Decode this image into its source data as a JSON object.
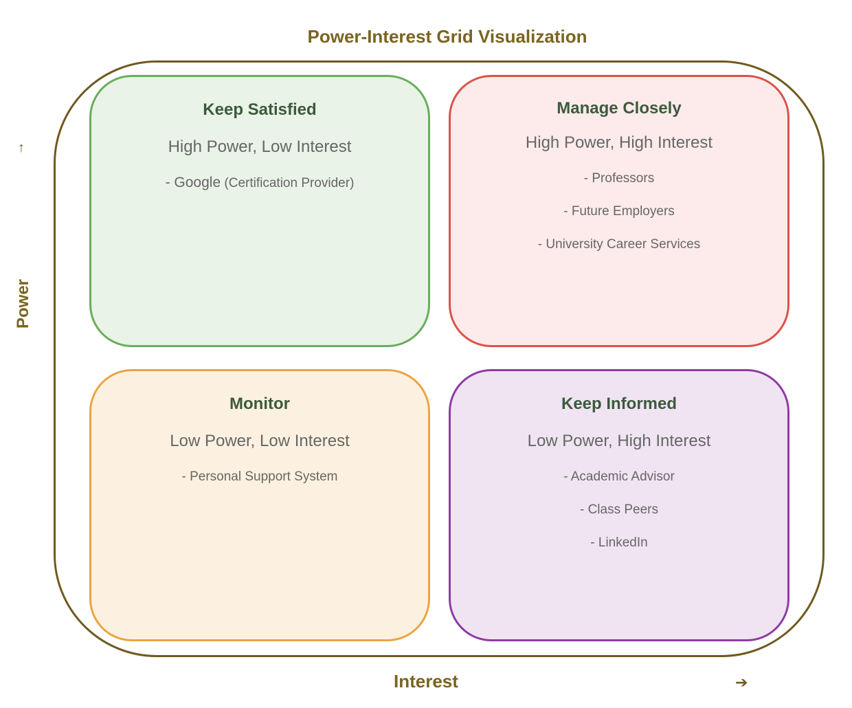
{
  "title": "Power-Interest Grid Visualization",
  "axes": {
    "y_label": "Power",
    "y_arrow": "↑",
    "x_label": "Interest",
    "x_arrow": "➔"
  },
  "quadrants": {
    "keep_satisfied": {
      "heading": "Keep Satisfied",
      "subtitle": "High Power, Low Interest",
      "item_prefix": "- Google",
      "item_suffix": " (Certification Provider)",
      "border_color": "#6aad5c",
      "fill_color": "#e9f3e7"
    },
    "manage_closely": {
      "heading": "Manage Closely",
      "subtitle": "High Power, High Interest",
      "items": [
        "- Professors",
        "- Future Employers",
        "- University Career Services"
      ],
      "border_color": "#d9534a",
      "fill_color": "#fdebeb"
    },
    "monitor": {
      "heading": "Monitor",
      "subtitle": "Low Power, Low Interest",
      "items": [
        "- Personal Support System"
      ],
      "border_color": "#eba441",
      "fill_color": "#fcf1e0"
    },
    "keep_informed": {
      "heading": "Keep Informed",
      "subtitle": "Low Power, High Interest",
      "items": [
        "- Academic Advisor",
        "- Class Peers",
        "- LinkedIn"
      ],
      "border_color": "#8e3ba4",
      "fill_color": "#f0e4f2"
    }
  }
}
